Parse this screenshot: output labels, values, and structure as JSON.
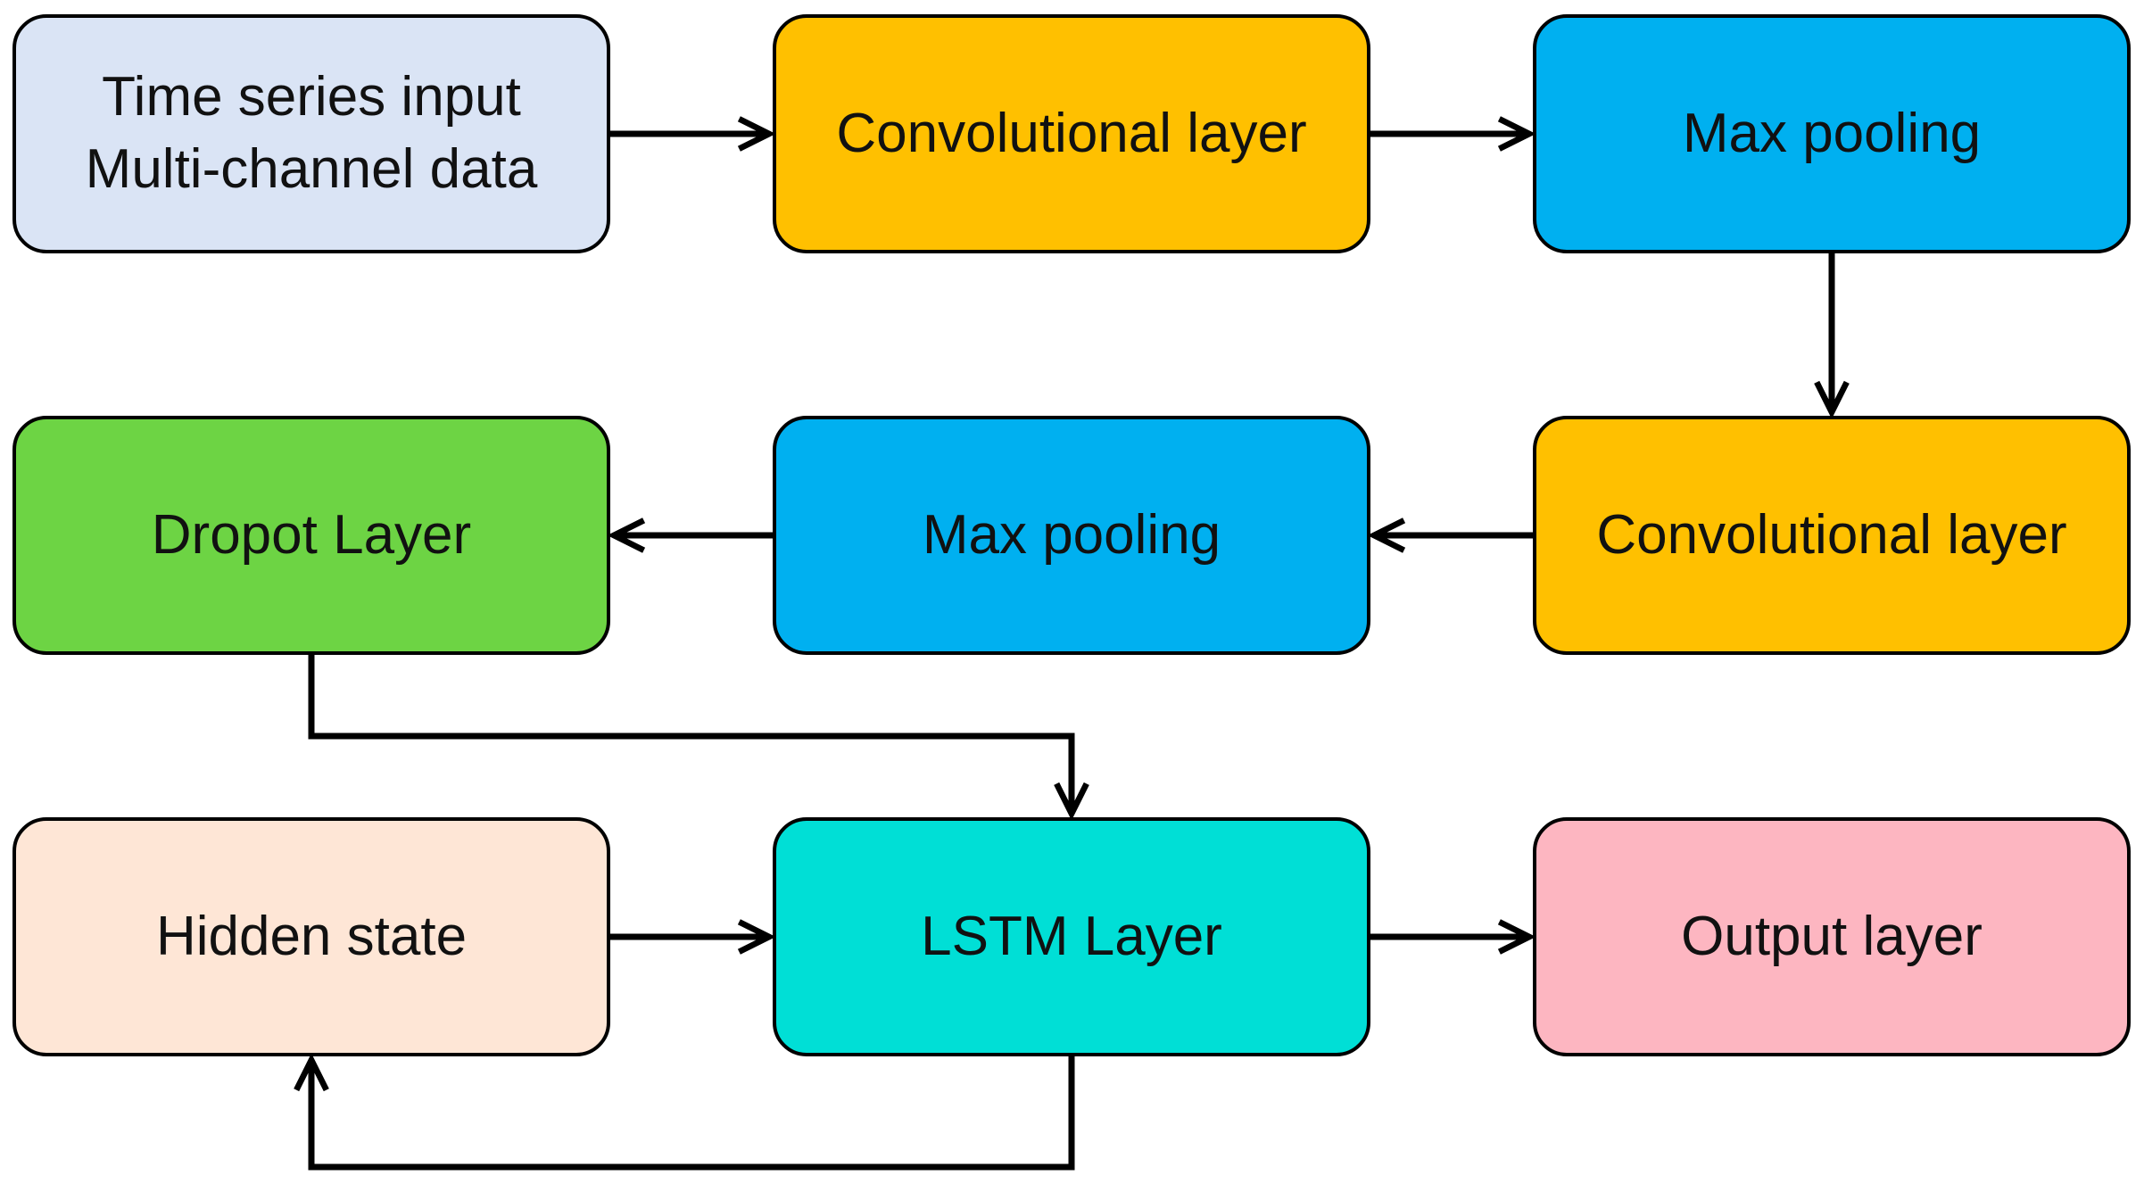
{
  "colors": {
    "input": "#dae4f5",
    "conv": "#ffc000",
    "pool": "#00b0f0",
    "dropout": "#6dd444",
    "hidden": "#fee6d6",
    "lstm": "#00dfd6",
    "output": "#fdb6c1",
    "stroke": "#000000"
  },
  "nodes": {
    "input": {
      "line1": "Time series input",
      "line2": "Multi-channel data"
    },
    "conv1": {
      "label": "Convolutional layer"
    },
    "pool1": {
      "label": "Max pooling"
    },
    "conv2": {
      "label": "Convolutional layer"
    },
    "pool2": {
      "label": "Max pooling"
    },
    "dropout": {
      "label": "Dropot Layer"
    },
    "hidden": {
      "label": "Hidden state"
    },
    "lstm": {
      "label": "LSTM Layer"
    },
    "output": {
      "label": "Output layer"
    }
  },
  "edges": [
    {
      "from": "input",
      "to": "conv1"
    },
    {
      "from": "conv1",
      "to": "pool1"
    },
    {
      "from": "pool1",
      "to": "conv2"
    },
    {
      "from": "conv2",
      "to": "pool2"
    },
    {
      "from": "pool2",
      "to": "dropout"
    },
    {
      "from": "dropout",
      "to": "lstm"
    },
    {
      "from": "hidden",
      "to": "lstm"
    },
    {
      "from": "lstm",
      "to": "output"
    },
    {
      "from": "lstm",
      "to": "hidden"
    }
  ]
}
